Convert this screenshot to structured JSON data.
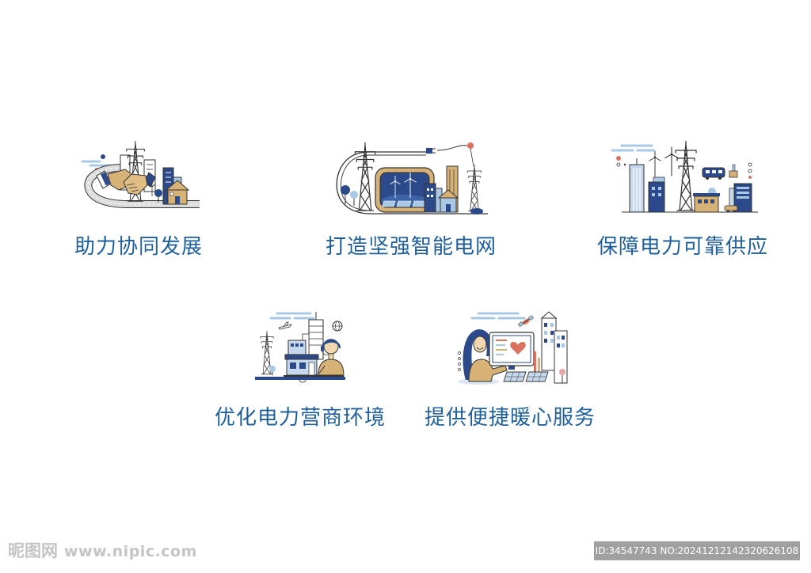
{
  "features": [
    {
      "label": "助力协同发展",
      "icon": "handshake-city-icon"
    },
    {
      "label": "打造坚强智能电网",
      "icon": "smart-grid-icon"
    },
    {
      "label": "保障电力可靠供应",
      "icon": "power-supply-city-icon"
    },
    {
      "label": "优化电力营商环境",
      "icon": "customer-service-icon"
    },
    {
      "label": "提供便捷暖心服务",
      "icon": "online-service-icon"
    }
  ],
  "watermark": {
    "site": "昵图网",
    "url": "www.nipic.com",
    "id_text": "ID:34547743 NO:20241212142320626108"
  },
  "colors": {
    "caption": "#1f5f9c",
    "navy": "#2c4a8a",
    "tan": "#d7b277",
    "light_blue": "#a9c8e6",
    "coral": "#d9725f",
    "line": "#333333"
  }
}
